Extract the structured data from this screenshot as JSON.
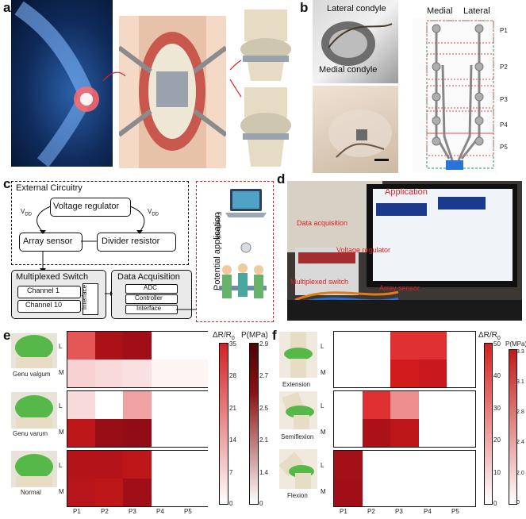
{
  "panels": {
    "a": "a",
    "b": "b",
    "c": "c",
    "d": "d",
    "e": "e",
    "f": "f"
  },
  "b": {
    "lateral_condyle": "Lateral condyle",
    "medial_condyle": "Medial condyle",
    "medial": "Medial",
    "lateral": "Lateral",
    "rows": [
      "P1",
      "P2",
      "P3",
      "P4",
      "P5"
    ]
  },
  "c": {
    "external_circuitry": "External Circuitry",
    "voltage_regulator": "Voltage regulator",
    "vdd": "V",
    "vdd_sub": "DD",
    "array_sensor": "Array sensor",
    "divider_resistor": "Divider resistor",
    "multiplexed_switch": "Multiplexed Switch",
    "channel1": "Channel 1",
    "channel10": "Channel 10",
    "interface_v": "Interface",
    "data_acquisition": "Data Acquisition",
    "adc": "ADC",
    "controller": "Controller",
    "interface": "Interface",
    "potential_application": "Potential application",
    "feedback": "Feedback"
  },
  "d": {
    "application": "Application",
    "data_acquisition": "Data acquisition",
    "voltage_regulator": "Voltage regulator",
    "multiplexed_switch": "Multiplexed switch",
    "array_sensor": "Array sensor"
  },
  "e": {
    "conditions": [
      "Genu valgum",
      "Genu varum",
      "Normal"
    ],
    "row_labels": [
      "L",
      "M"
    ],
    "x_labels": [
      "P1",
      "P2",
      "P3",
      "P4",
      "P5"
    ],
    "cbar_title_dr": "ΔR/R",
    "cbar_title_dr_sub": "0",
    "cbar_title_p": "P(MPa)",
    "cbar_dr_ticks": [
      "35",
      "28",
      "21",
      "14",
      "7",
      "0"
    ],
    "cbar_p_ticks": [
      "2.9",
      "2.7",
      "2.5",
      "2.1",
      "1.4",
      "0"
    ]
  },
  "f": {
    "conditions": [
      "Extension",
      "Semiflexion",
      "Flexion"
    ],
    "row_labels": [
      "L",
      "M"
    ],
    "x_labels": [
      "P1",
      "P2",
      "P3",
      "P4",
      "P5"
    ],
    "cbar_title_dr": "ΔR/R",
    "cbar_title_dr_sub": "0",
    "cbar_title_p": "P(MPa)",
    "cbar_dr_ticks": [
      "50",
      "40",
      "30",
      "20",
      "10",
      "0"
    ],
    "cbar_p_ticks": [
      "3.3",
      "3.1",
      "2.8",
      "2.4",
      "2.0",
      "0"
    ]
  },
  "chart_data": [
    {
      "type": "heatmap",
      "title": "",
      "x": [
        "P1",
        "P2",
        "P3",
        "P4",
        "P5"
      ],
      "y": [
        "L",
        "M"
      ],
      "value_scale": "ΔR/R0 0-35",
      "panels": [
        {
          "name": "Genu valgum",
          "values": [
            [
              0.45,
              0.85,
              0.9,
              0.0,
              0.0
            ],
            [
              0.12,
              0.1,
              0.08,
              0.03,
              0.03
            ]
          ]
        },
        {
          "name": "Genu varum",
          "values": [
            [
              0.1,
              0.0,
              0.25,
              0.0,
              0.0
            ],
            [
              0.75,
              0.95,
              0.97,
              0.0,
              0.0
            ]
          ]
        },
        {
          "name": "Normal",
          "values": [
            [
              0.8,
              0.8,
              0.75,
              0.0,
              0.0
            ],
            [
              0.78,
              0.75,
              0.9,
              0.0,
              0.0
            ]
          ]
        }
      ]
    },
    {
      "type": "heatmap",
      "title": "",
      "x": [
        "P1",
        "P2",
        "P3",
        "P4",
        "P5"
      ],
      "y": [
        "L",
        "M"
      ],
      "value_scale": "ΔR/R0 0-50",
      "panels": [
        {
          "name": "Extension",
          "values": [
            [
              0.0,
              0.0,
              0.55,
              0.55,
              0.0
            ],
            [
              0.0,
              0.0,
              0.65,
              0.7,
              0.0
            ]
          ]
        },
        {
          "name": "Semiflexion",
          "values": [
            [
              0.0,
              0.55,
              0.3,
              0.0,
              0.0
            ],
            [
              0.0,
              0.85,
              0.75,
              0.0,
              0.0
            ]
          ]
        },
        {
          "name": "Flexion",
          "values": [
            [
              0.88,
              0.0,
              0.0,
              0.0,
              0.0
            ],
            [
              0.9,
              0.0,
              0.0,
              0.0,
              0.0
            ]
          ]
        }
      ]
    }
  ]
}
